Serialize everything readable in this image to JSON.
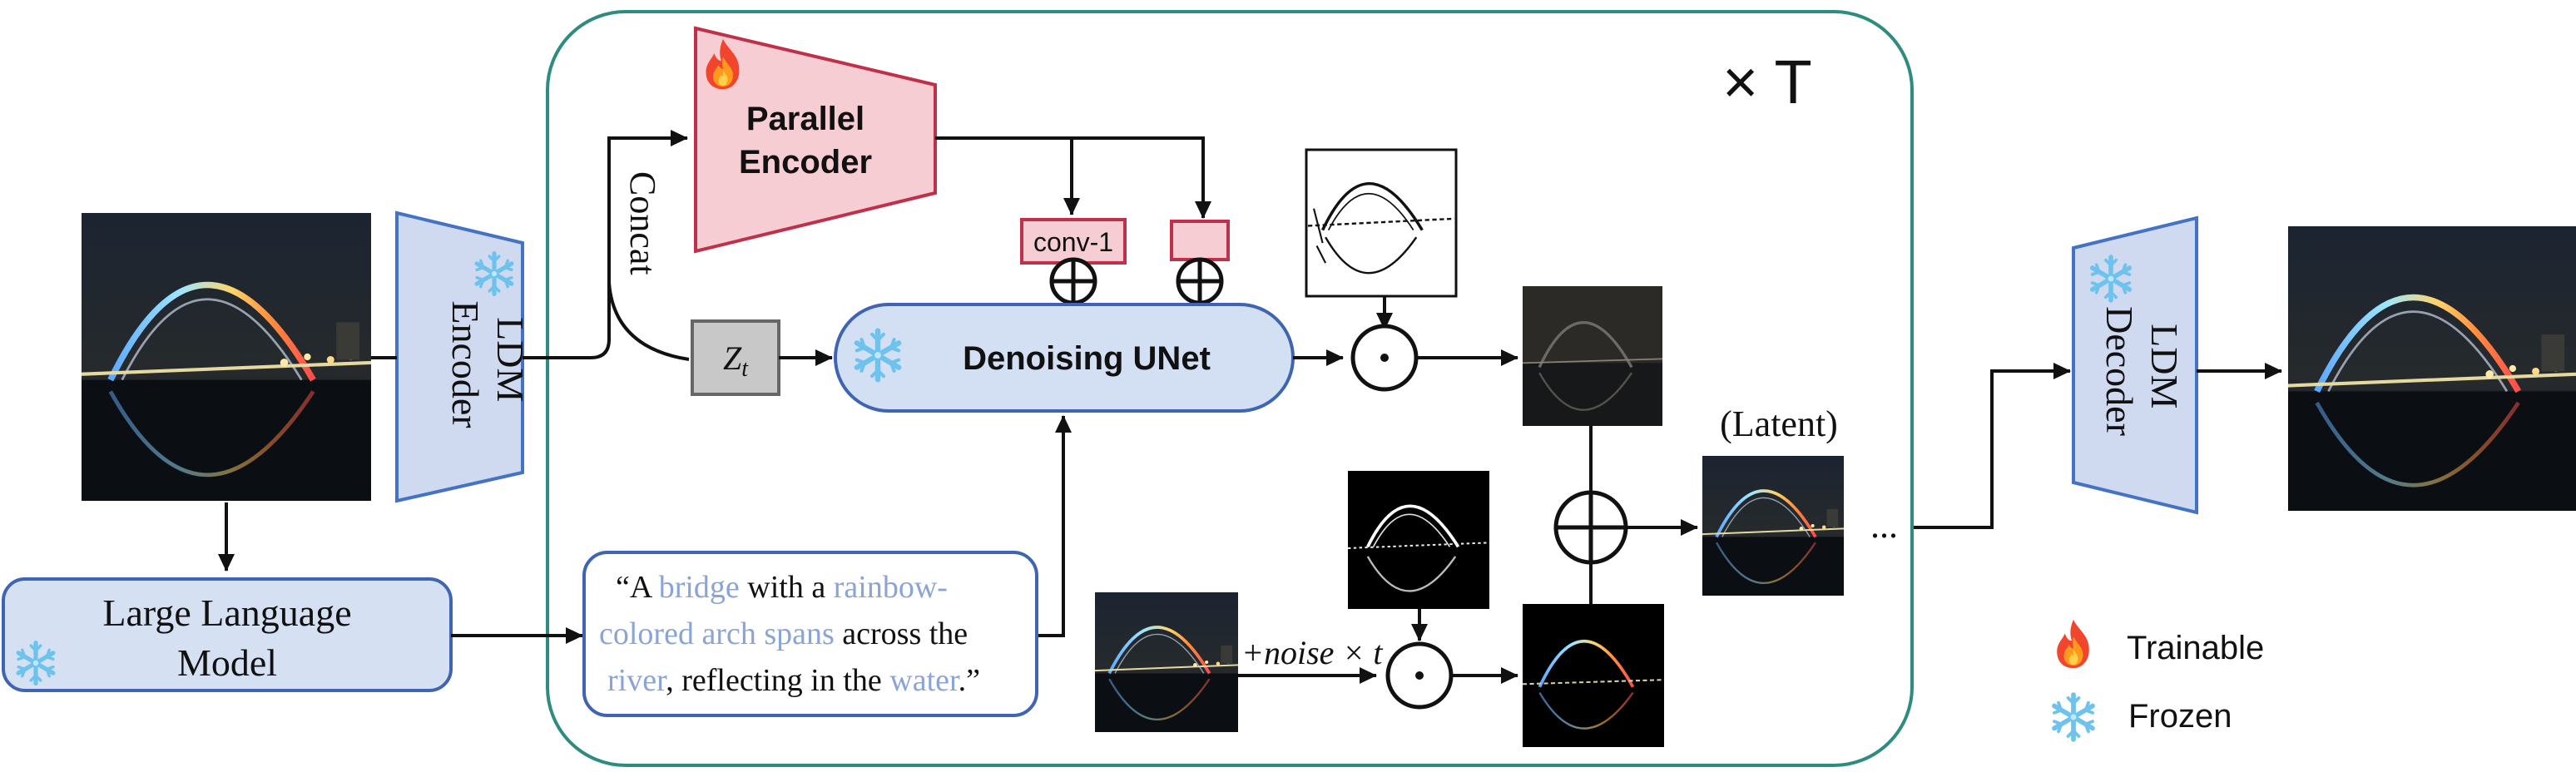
{
  "repeat_label": "× T",
  "input_image_label": "",
  "llm_block": {
    "line1": "Large Language",
    "line2": "Model"
  },
  "ldm_encoder": {
    "label": "LDM Encoder",
    "line1": "LDM",
    "line2": "Encoder"
  },
  "ldm_decoder": {
    "label": "LDM Decoder",
    "line1": "LDM",
    "line2": "Decoder"
  },
  "concat_label": "Concat",
  "parallel_encoder": {
    "line1": "Parallel",
    "line2": "Encoder"
  },
  "conv_label": "conv-1",
  "zt_label": {
    "main": "Z",
    "sub": "t"
  },
  "unet_label": "Denoising UNet",
  "prompt": {
    "open": "“A ",
    "w1": "bridge",
    "t1": " with a ",
    "w2": "rainbow-",
    "w3": "colored arch spans",
    "t2": " across the",
    "w4": "river",
    "t3": ", reflecting in the ",
    "w5": "water",
    "close": ".”"
  },
  "noise_label": "+noise × t",
  "latent_label": "(Latent)",
  "ellipsis": "...",
  "legend": {
    "trainable": "Trainable",
    "frozen": "Frozen"
  },
  "colors": {
    "loop_border": "#2e8b80",
    "encoder_fill": "#cfd9f0",
    "encoder_stroke": "#4472c4",
    "parallel_fill": "#f6cdd3",
    "parallel_stroke": "#c0304a",
    "prompt_highlight": "#8aa4d6",
    "unet_fill": "#d3dff3"
  },
  "icons": [
    "fire-icon",
    "snowflake-icon"
  ]
}
